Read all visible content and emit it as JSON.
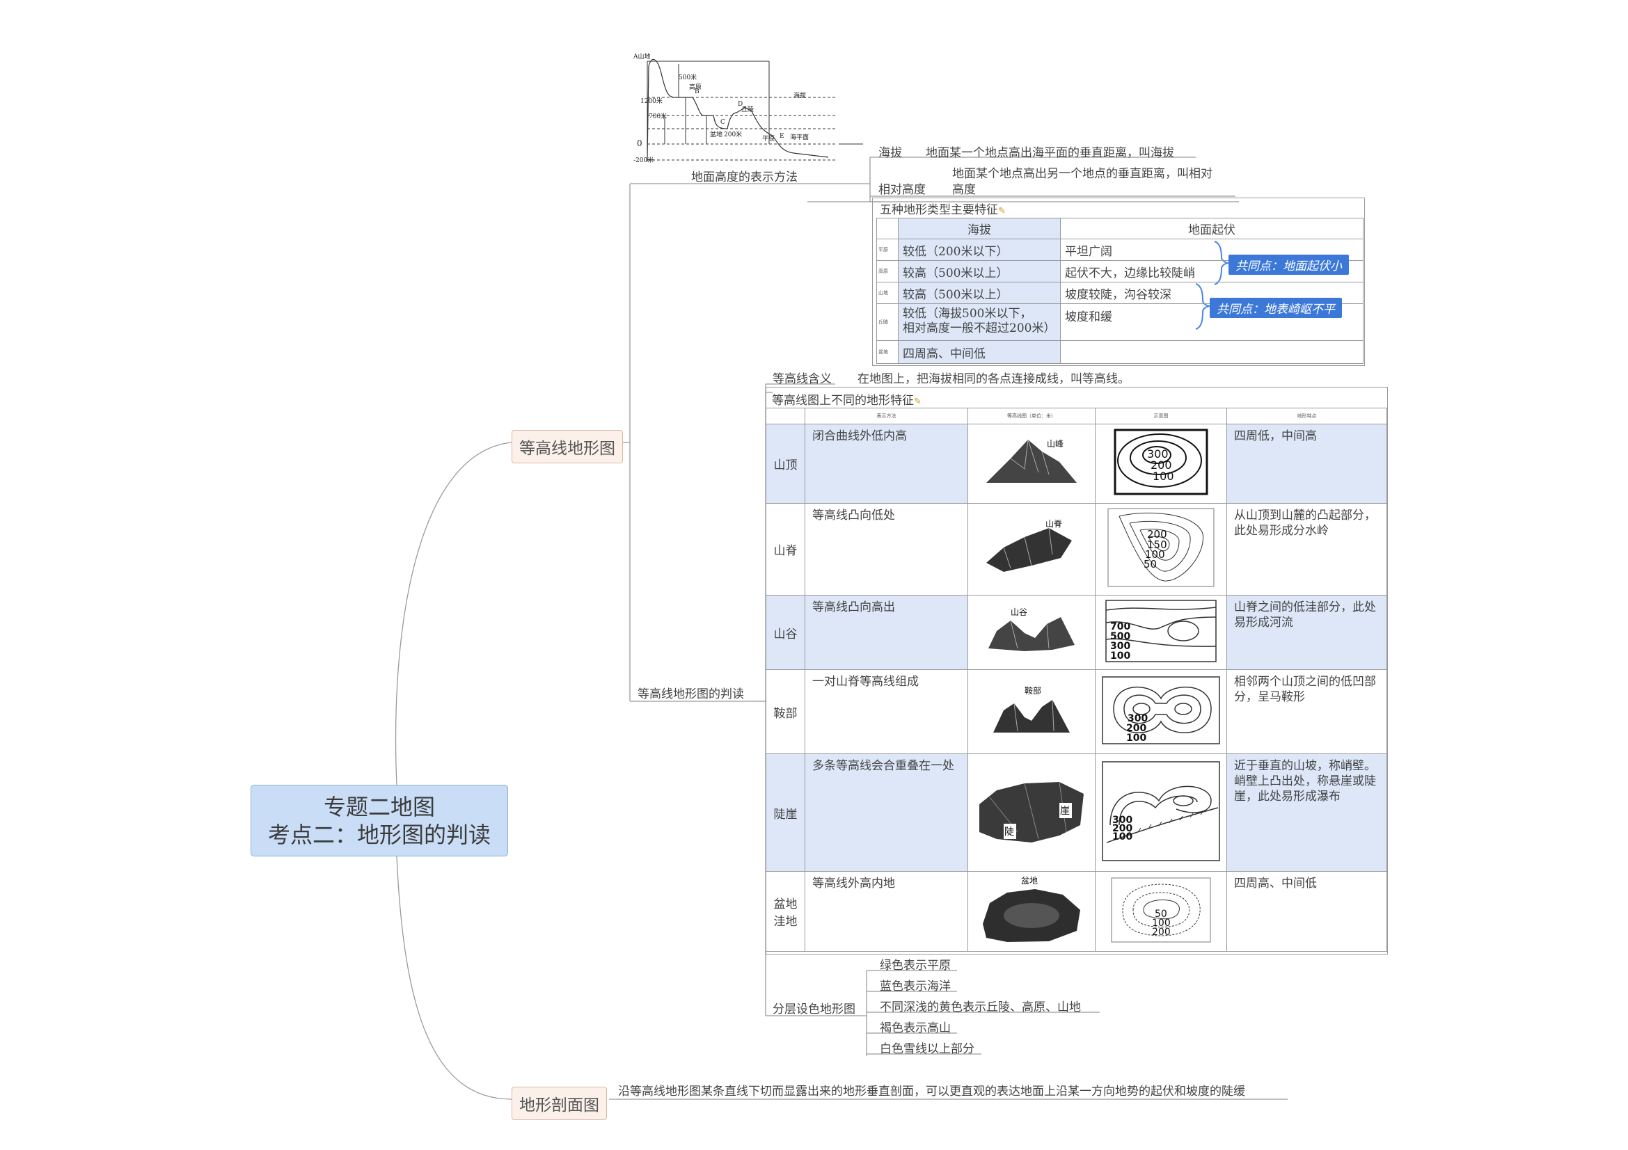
{
  "root": {
    "line1": "专题二地图",
    "line2": "考点二：地形图的判读"
  },
  "branches": {
    "contour": "等高线地形图",
    "profile": "地形剖面图"
  },
  "profile_text": "沿等高线地形图某条直线下切而显露出来的地形垂直剖面，可以更直观的表达地面上沿某一方向地势的起伏和坡度的陡缓",
  "height_method": {
    "label": "地面高度的表示方法",
    "altitude_label": "海拔",
    "altitude_text": "地面某一个地点高出海平面的垂直距离，叫海拔",
    "relative_label": "相对高度",
    "relative_text_1": "地面某个地点高出另一个地点的垂直距离，叫相对",
    "relative_text_2": "高度"
  },
  "diagram_labels": {
    "a": "A山地",
    "b": "B",
    "c": "C",
    "d": "D",
    "e": "E",
    "h1200": "1200米",
    "h700": "700米",
    "h500": "500米",
    "h200": "200米",
    "h0": "0",
    "hm200": "-200米",
    "plateau": "高原",
    "hill": "丘陵",
    "basin": "盆地",
    "plain": "平原",
    "relative": "相对高度",
    "altitude": "海拔",
    "sea_level": "海平面"
  },
  "five_landforms": {
    "title": "五种地形类型主要特征",
    "col_altitude": "海拔",
    "col_relief": "地面起伏",
    "rows": [
      {
        "name": "平原",
        "altitude": "较低（200米以下）",
        "relief": "平坦广阔"
      },
      {
        "name": "高原",
        "altitude": "较高（500米以上）",
        "relief": "起伏不大，边缘比较陡峭"
      },
      {
        "name": "山地",
        "altitude": "较高（500米以上）",
        "relief": "坡度较陡，沟谷较深"
      },
      {
        "name": "丘陵",
        "altitude": "较低（海拔500米以下，",
        "altitude2": "相对高度一般不超过200米）",
        "relief": "坡度和缓"
      },
      {
        "name": "盆地",
        "altitude": "四周高、中间低",
        "relief": ""
      }
    ],
    "note1": "共同点：地面起伏小",
    "note2": "共同点：地表崎岖不平"
  },
  "contour_reading": {
    "label": "等高线地形图的判读",
    "meaning_label": "等高线含义",
    "meaning_text": "在地图上，把海拔相同的各点连接成线，叫等高线。",
    "features_title": "等高线图上不同的地形特征",
    "headers": [
      "表示方法",
      "等高线图（单位：米）",
      "示意图",
      "地形特点"
    ],
    "rows": [
      {
        "name": "山顶",
        "method": "闭合曲线外低内高",
        "pic_label": "山峰",
        "map_labels": [
          "300",
          "200",
          "100"
        ],
        "feature": "四周低，中间高"
      },
      {
        "name": "山脊",
        "method": "等高线凸向低处",
        "pic_label": "山脊",
        "map_labels": [
          "200",
          "150",
          "100",
          "50"
        ],
        "feature": "从山顶到山麓的凸起部分，此处易形成分水岭"
      },
      {
        "name": "山谷",
        "method": "等高线凸向高出",
        "pic_label": "山谷",
        "map_labels": [
          "700",
          "500",
          "300",
          "100"
        ],
        "feature": "山脊之间的低洼部分，此处易形成河流"
      },
      {
        "name": "鞍部",
        "method": "一对山脊等高线组成",
        "pic_label": "鞍部",
        "map_labels": [
          "300",
          "200",
          "100"
        ],
        "feature": "相邻两个山顶之间的低凹部分，呈马鞍形"
      },
      {
        "name": "陡崖",
        "method": "多条等高线会合重叠在一处",
        "pic_label": "崖",
        "pic_label2": "陡",
        "map_labels": [
          "300",
          "200",
          "100"
        ],
        "feature": "近于垂直的山坡，称峭壁。峭壁上凸出处，称悬崖或陡崖，此处易形成瀑布"
      },
      {
        "name": "盆地",
        "name2": "洼地",
        "method": "等高线外高内地",
        "pic_label": "盆地",
        "map_labels": [
          "50",
          "100",
          "200"
        ],
        "feature": "四周高、中间低"
      }
    ]
  },
  "layered": {
    "label": "分层设色地形图",
    "items": [
      "绿色表示平原",
      "蓝色表示海洋",
      "不同深浅的黄色表示丘陵、高原、山地",
      "褐色表示高山",
      "白色雪线以上部分"
    ]
  },
  "colors": {
    "root_bg": "#c9ddf6",
    "branch_bg": "#fbf1ea",
    "note_bg": "#3c78d8",
    "table_blue": "#dde7f8"
  }
}
